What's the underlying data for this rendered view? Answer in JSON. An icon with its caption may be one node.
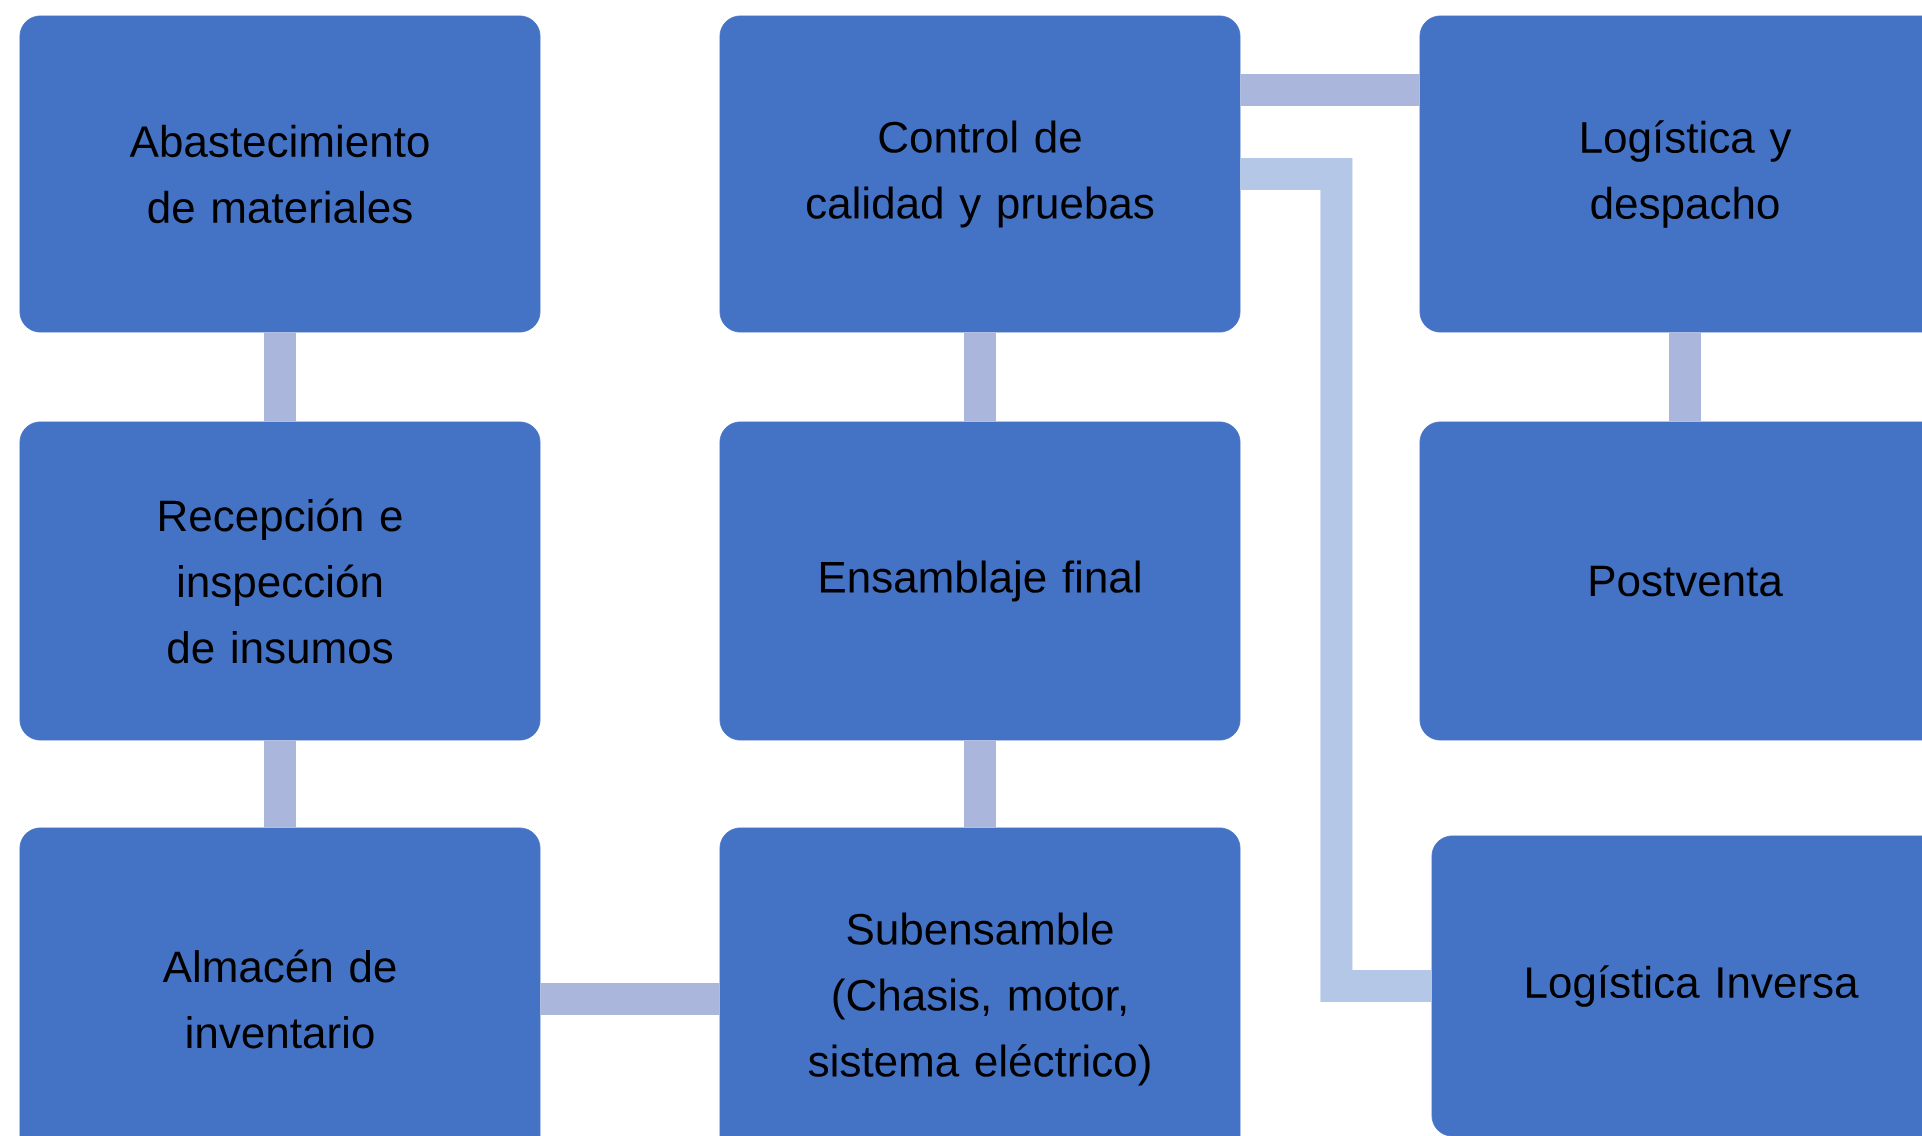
{
  "diagram": {
    "nodes": [
      {
        "text": [
          "Abastecimiento de materiales"
        ]
      },
      {
        "text": [
          "Recepción e inspección de insumos"
        ]
      },
      {
        "text": [
          "Almacén de inventario"
        ]
      },
      {
        "text": [
          "Control de calidad y pruebas"
        ]
      },
      {
        "text": [
          "Ensamblaje final"
        ]
      },
      {
        "text": [
          "Subensamble (Chasis, motor, sistema eléctrico)"
        ]
      },
      {
        "text": [
          "Logística y despacho"
        ]
      },
      {
        "text": [
          "Postventa"
        ]
      },
      {
        "text": [
          "Logística Inversa"
        ]
      }
    ],
    "edges": [
      {
        "from": 0,
        "to": 1,
        "arrow": "none"
      },
      {
        "from": 1,
        "to": 2,
        "arrow": "none"
      },
      {
        "from": 2,
        "to": 5,
        "arrow": "none"
      },
      {
        "from": 5,
        "to": 4,
        "arrow": "none"
      },
      {
        "from": 4,
        "to": 3,
        "arrow": "none"
      },
      {
        "from": 3,
        "to": 6,
        "arrow": "none"
      },
      {
        "from": 6,
        "to": 7,
        "arrow": "none"
      },
      {
        "from": 3,
        "to": 8,
        "arrow": "none",
        "color": "#b4c7e7"
      }
    ]
  }
}
